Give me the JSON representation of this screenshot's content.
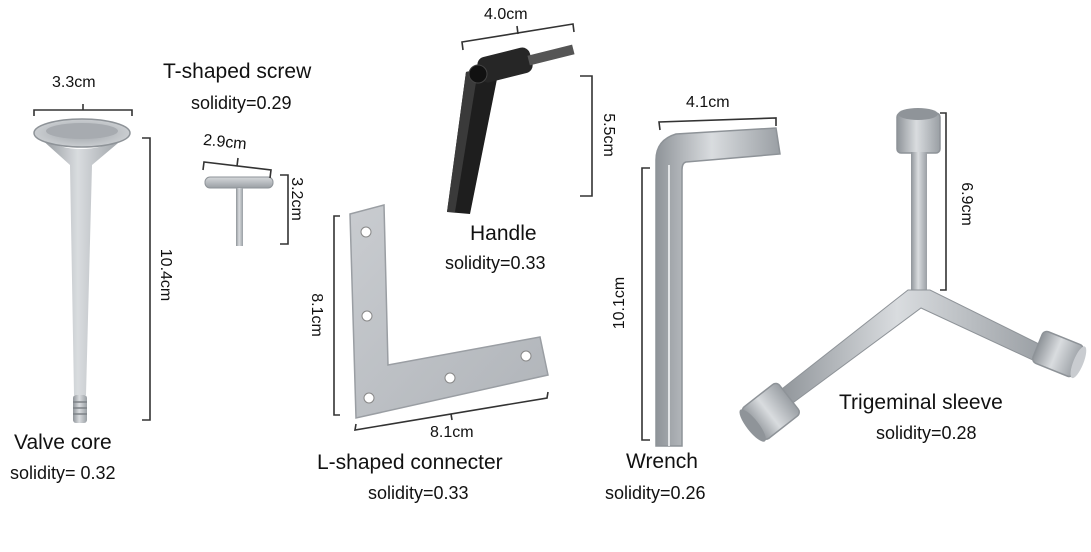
{
  "items": [
    {
      "name": "Valve core",
      "solidity": "solidity= 0.32",
      "dims": [
        "3.3cm",
        "10.4cm"
      ]
    },
    {
      "name": "T-shaped screw",
      "solidity": "solidity=0.29",
      "dims": [
        "2.9cm",
        "3.2cm"
      ]
    },
    {
      "name": "Handle",
      "solidity": "solidity=0.33",
      "dims": [
        "4.0cm",
        "5.5cm"
      ]
    },
    {
      "name": "L-shaped connecter",
      "solidity": "solidity=0.33",
      "dims": [
        "8.1cm",
        "8.1cm"
      ]
    },
    {
      "name": "Wrench",
      "solidity": "solidity=0.26",
      "dims": [
        "4.1cm",
        "10.1cm"
      ]
    },
    {
      "name": "Trigeminal sleeve",
      "solidity": "solidity=0.28",
      "dims": [
        "6.9cm"
      ]
    }
  ],
  "colors": {
    "metal": "#b9bdc2",
    "metal_dark": "#8e9398",
    "handle": "#1e1e1e",
    "dim_line": "#333333"
  }
}
